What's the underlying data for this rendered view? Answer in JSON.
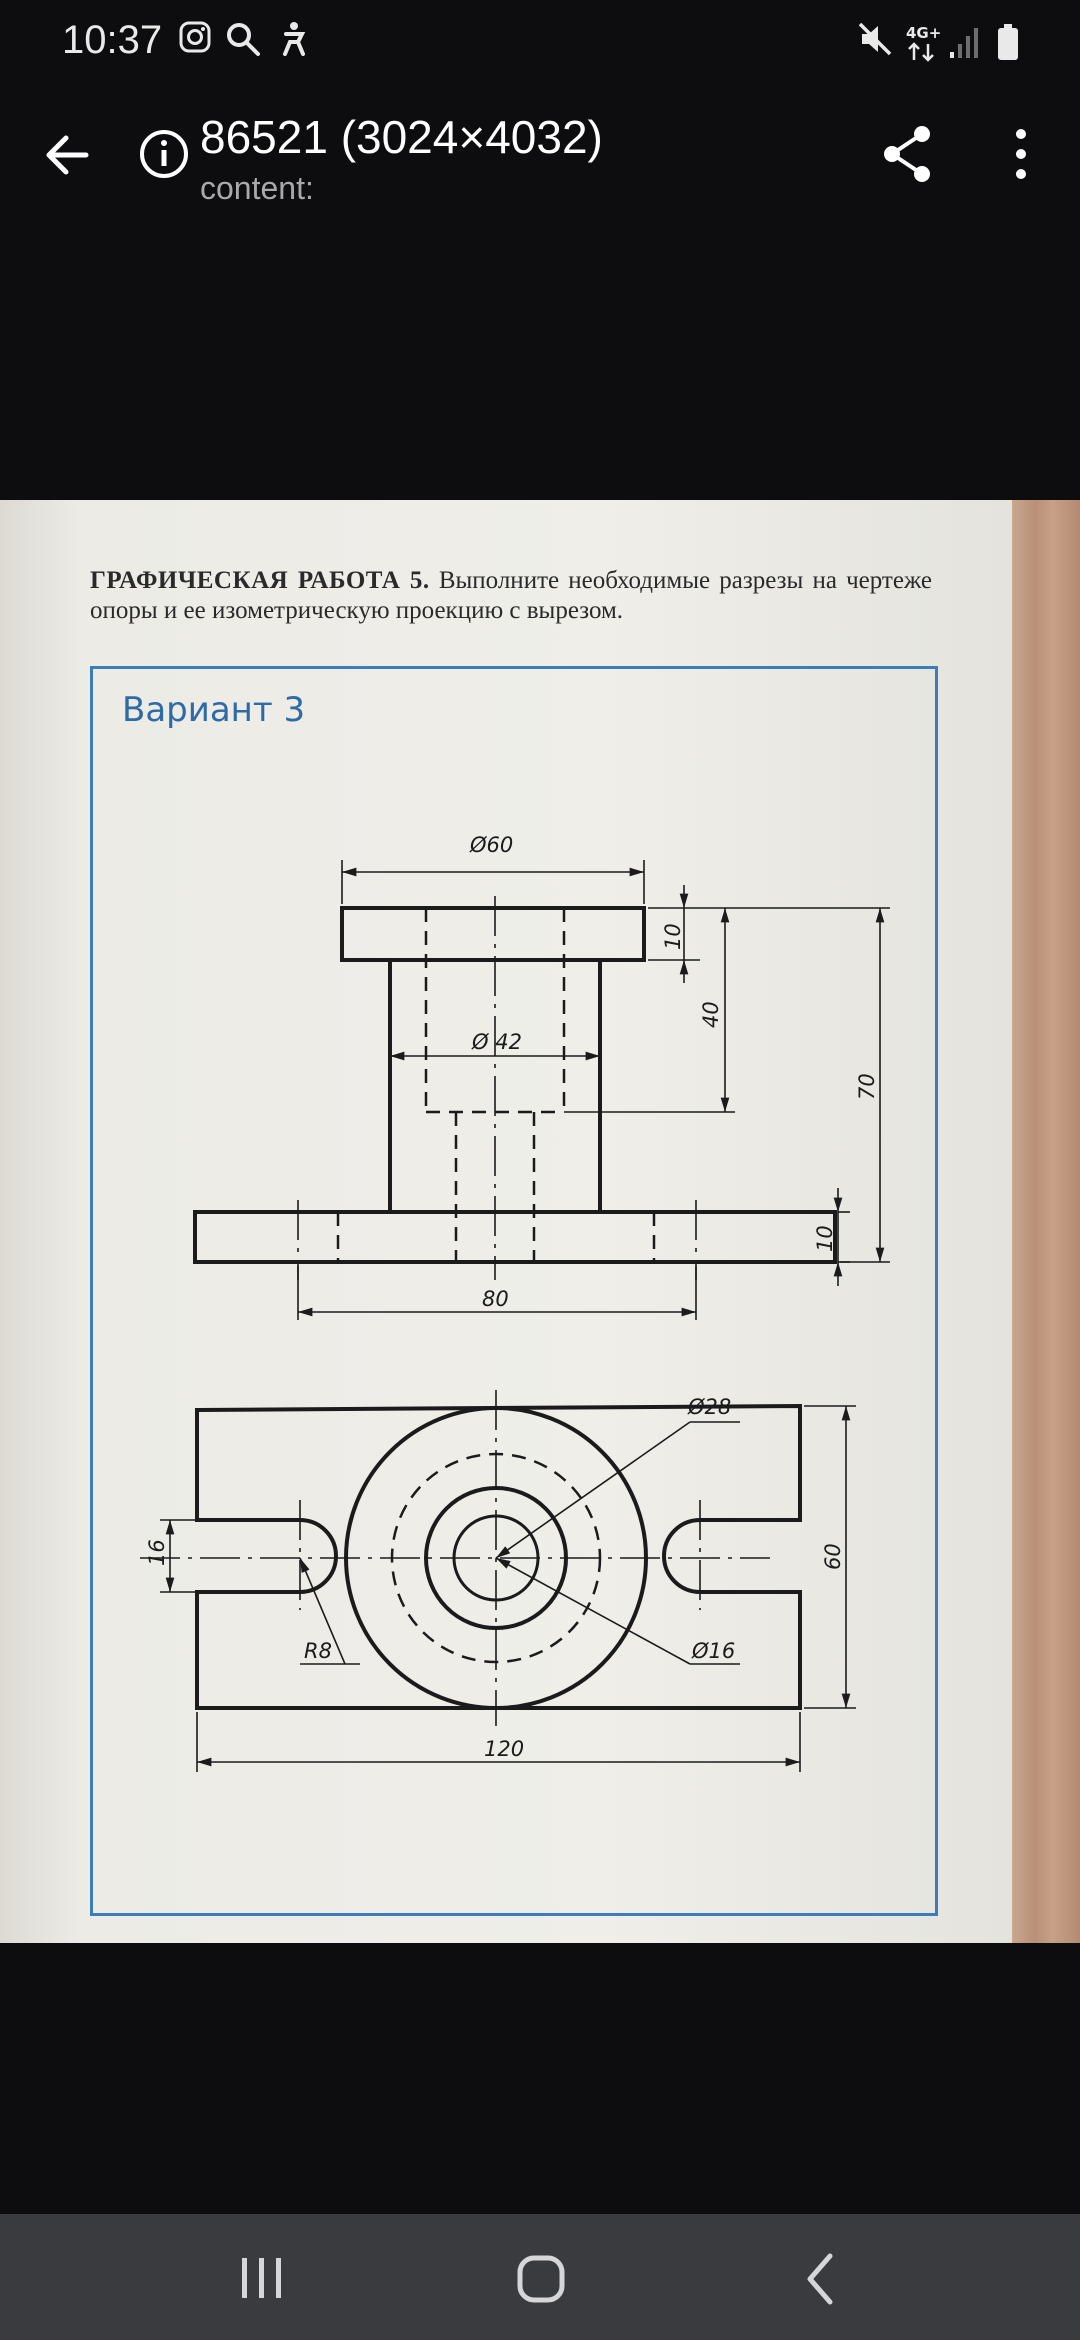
{
  "status_bar": {
    "time": "10:37",
    "icons": [
      "instagram-icon",
      "search-icon",
      "accessibility-icon"
    ],
    "right_icons": [
      "mute-icon",
      "network-4g-icon",
      "signal-icon",
      "battery-icon"
    ],
    "network_label": "4G+"
  },
  "app_bar": {
    "title": "86521 (3024×4032)",
    "subtitle": "content:"
  },
  "photo": {
    "heading_bold": "ГРАФИЧЕСКАЯ РАБОТА 5.",
    "heading_text": "Выполните необходимые разрезы на чертеже опоры и ее изометрическую проекцию с вырезом.",
    "variant": "Вариант 3",
    "dims": {
      "d60": "Ø60",
      "d42": "Ø 42",
      "h10_top": "10",
      "h40": "40",
      "h70": "70",
      "h10_bottom": "10",
      "w80": "80",
      "d28": "Ø28",
      "d16": "Ø16",
      "w16": "16",
      "r8": "R8",
      "h60": "60",
      "w120": "120"
    }
  },
  "colors": {
    "accent_blue": "#3c7db7",
    "background": "#0d0d0f",
    "navbar": "#3a3b3f"
  }
}
